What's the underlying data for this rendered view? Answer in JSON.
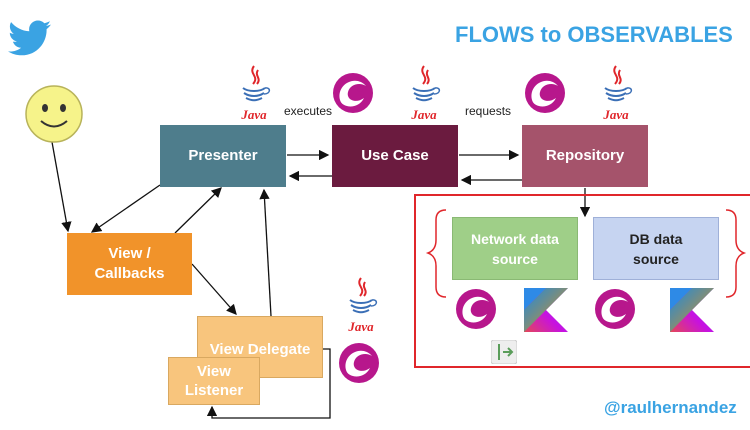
{
  "header": {
    "title": "FLOWS to OBSERVABLES"
  },
  "footer": {
    "handle": "@raulhernandez"
  },
  "nodes": {
    "presenter": "Presenter",
    "use_case": "Use Case",
    "repository": "Repository",
    "view_line1": "View /",
    "view_line2": "Callbacks",
    "view_delegate": "View Delegate",
    "view_listener_line1": "View",
    "view_listener_line2": "Listener",
    "network_line1": "Network data",
    "network_line2": "source",
    "db_line1": "DB data",
    "db_line2": "source"
  },
  "edge_labels": {
    "executes": "executes",
    "requests": "requests"
  },
  "java_label": "Java",
  "icons": [
    "twitter-bird-icon",
    "smiley-user-icon",
    "java-logo-icon",
    "reactivex-logo-icon",
    "kotlin-logo-icon",
    "flow-arrow-icon"
  ],
  "colors": {
    "presenter": "#4e7d8c",
    "use_case": "#6b1b3f",
    "repository": "#a5536b",
    "view": "#f1932a",
    "view_delegate": "#f8c57d",
    "network": "#9fcf88",
    "db": "#c6d4f1",
    "frame": "#e0262b",
    "title": "#3aa3e3"
  }
}
